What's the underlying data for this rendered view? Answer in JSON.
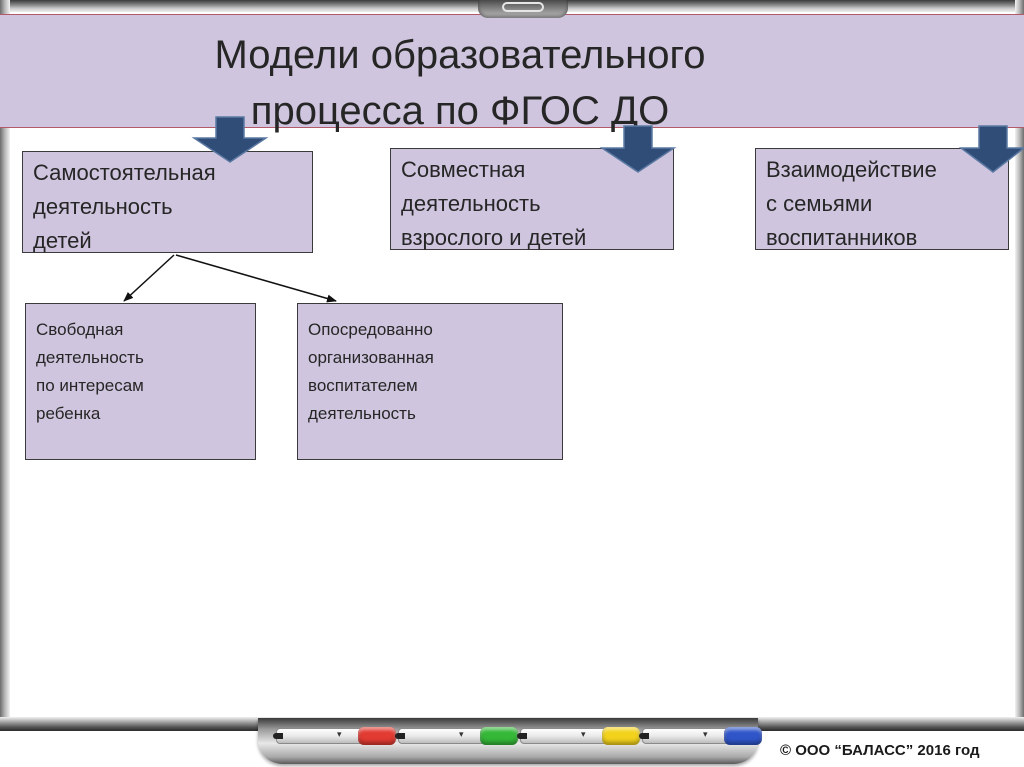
{
  "title": {
    "line1": "Модели образовательного",
    "line2": "процесса по ФГОС ДО"
  },
  "models": [
    {
      "lines": [
        "Самостоятельная",
        "деятельность",
        "детей"
      ]
    },
    {
      "lines": [
        "Совместная",
        "деятельность",
        "взрослого и детей"
      ]
    },
    {
      "lines": [
        "Взаимодействие",
        "с семьями",
        "воспитанников"
      ]
    }
  ],
  "sub_models": [
    {
      "lines": [
        " Свободная",
        "деятельность",
        "по интересам",
        "ребенка"
      ]
    },
    {
      "lines": [
        " Опосредованно",
        "организованная",
        "воспитателем",
        "деятельность"
      ]
    }
  ],
  "colors": {
    "box_fill": "#cfc5de",
    "arrow_fill": "#2f4d77",
    "title_border": "#b35a6a"
  },
  "markers": [
    {
      "label": "▾",
      "color": "#e23b32"
    },
    {
      "label": "▾",
      "color": "#35b838"
    },
    {
      "label": "▾",
      "color": "#f3d21c"
    },
    {
      "label": "▾",
      "color": "#2f55c9"
    }
  ],
  "footer": {
    "copyright": "© ООО “БАЛАСС” 2016 год"
  }
}
